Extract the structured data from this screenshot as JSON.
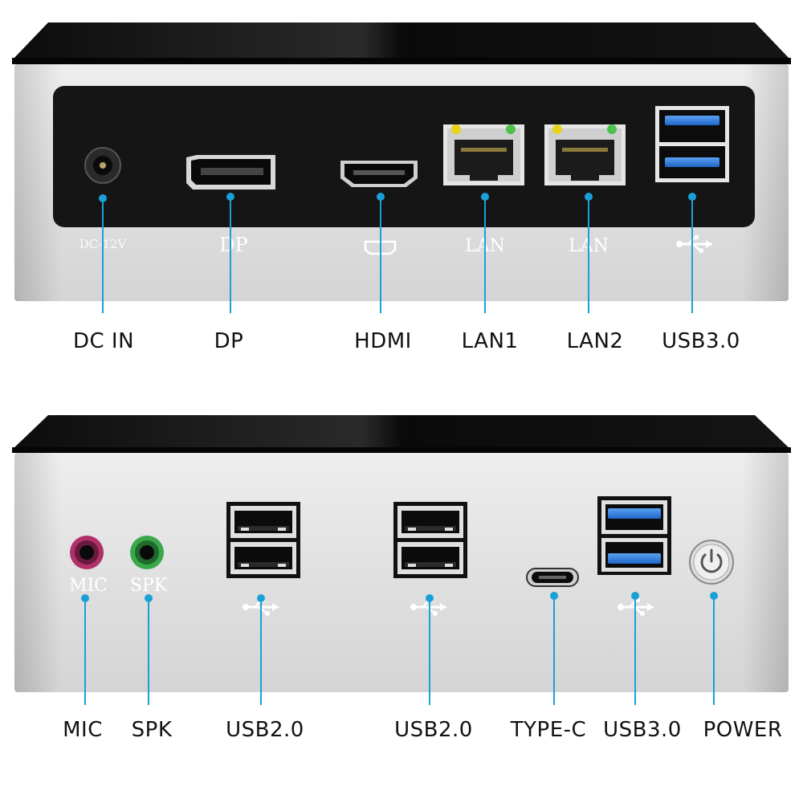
{
  "colors": {
    "leader_line": "#1aa0d8",
    "device_top": "#111111",
    "chassis_silver": "#d9d9d9",
    "back_panel": "#151515",
    "usb3_blue": "#2f7fe0",
    "led_yellow": "#e8d21a",
    "led_green": "#4cc24c",
    "mic_jack": "#b0306a",
    "spk_jack": "#3aa84a"
  },
  "rear_panel": {
    "silkscreen": {
      "dc": "DC-12V",
      "dp": "DP",
      "lan1": "LAN",
      "lan2": "LAN"
    },
    "callouts": {
      "dc_in": "DC IN",
      "dp": "DP",
      "hdmi": "HDMI",
      "lan1": "LAN1",
      "lan2": "LAN2",
      "usb3": "USB3.0"
    },
    "icons": [
      "hdmi-icon",
      "usb-symbol-icon"
    ]
  },
  "front_panel": {
    "silkscreen": {
      "mic": "MIC",
      "spk": "SPK"
    },
    "callouts": {
      "mic": "MIC",
      "spk": "SPK",
      "usb2_a": "USB2.0",
      "usb2_b": "USB2.0",
      "type_c": "TYPE-C",
      "usb3": "USB3.0",
      "power": "POWER"
    },
    "icons": [
      "usb-symbol-icon",
      "power-icon"
    ]
  }
}
